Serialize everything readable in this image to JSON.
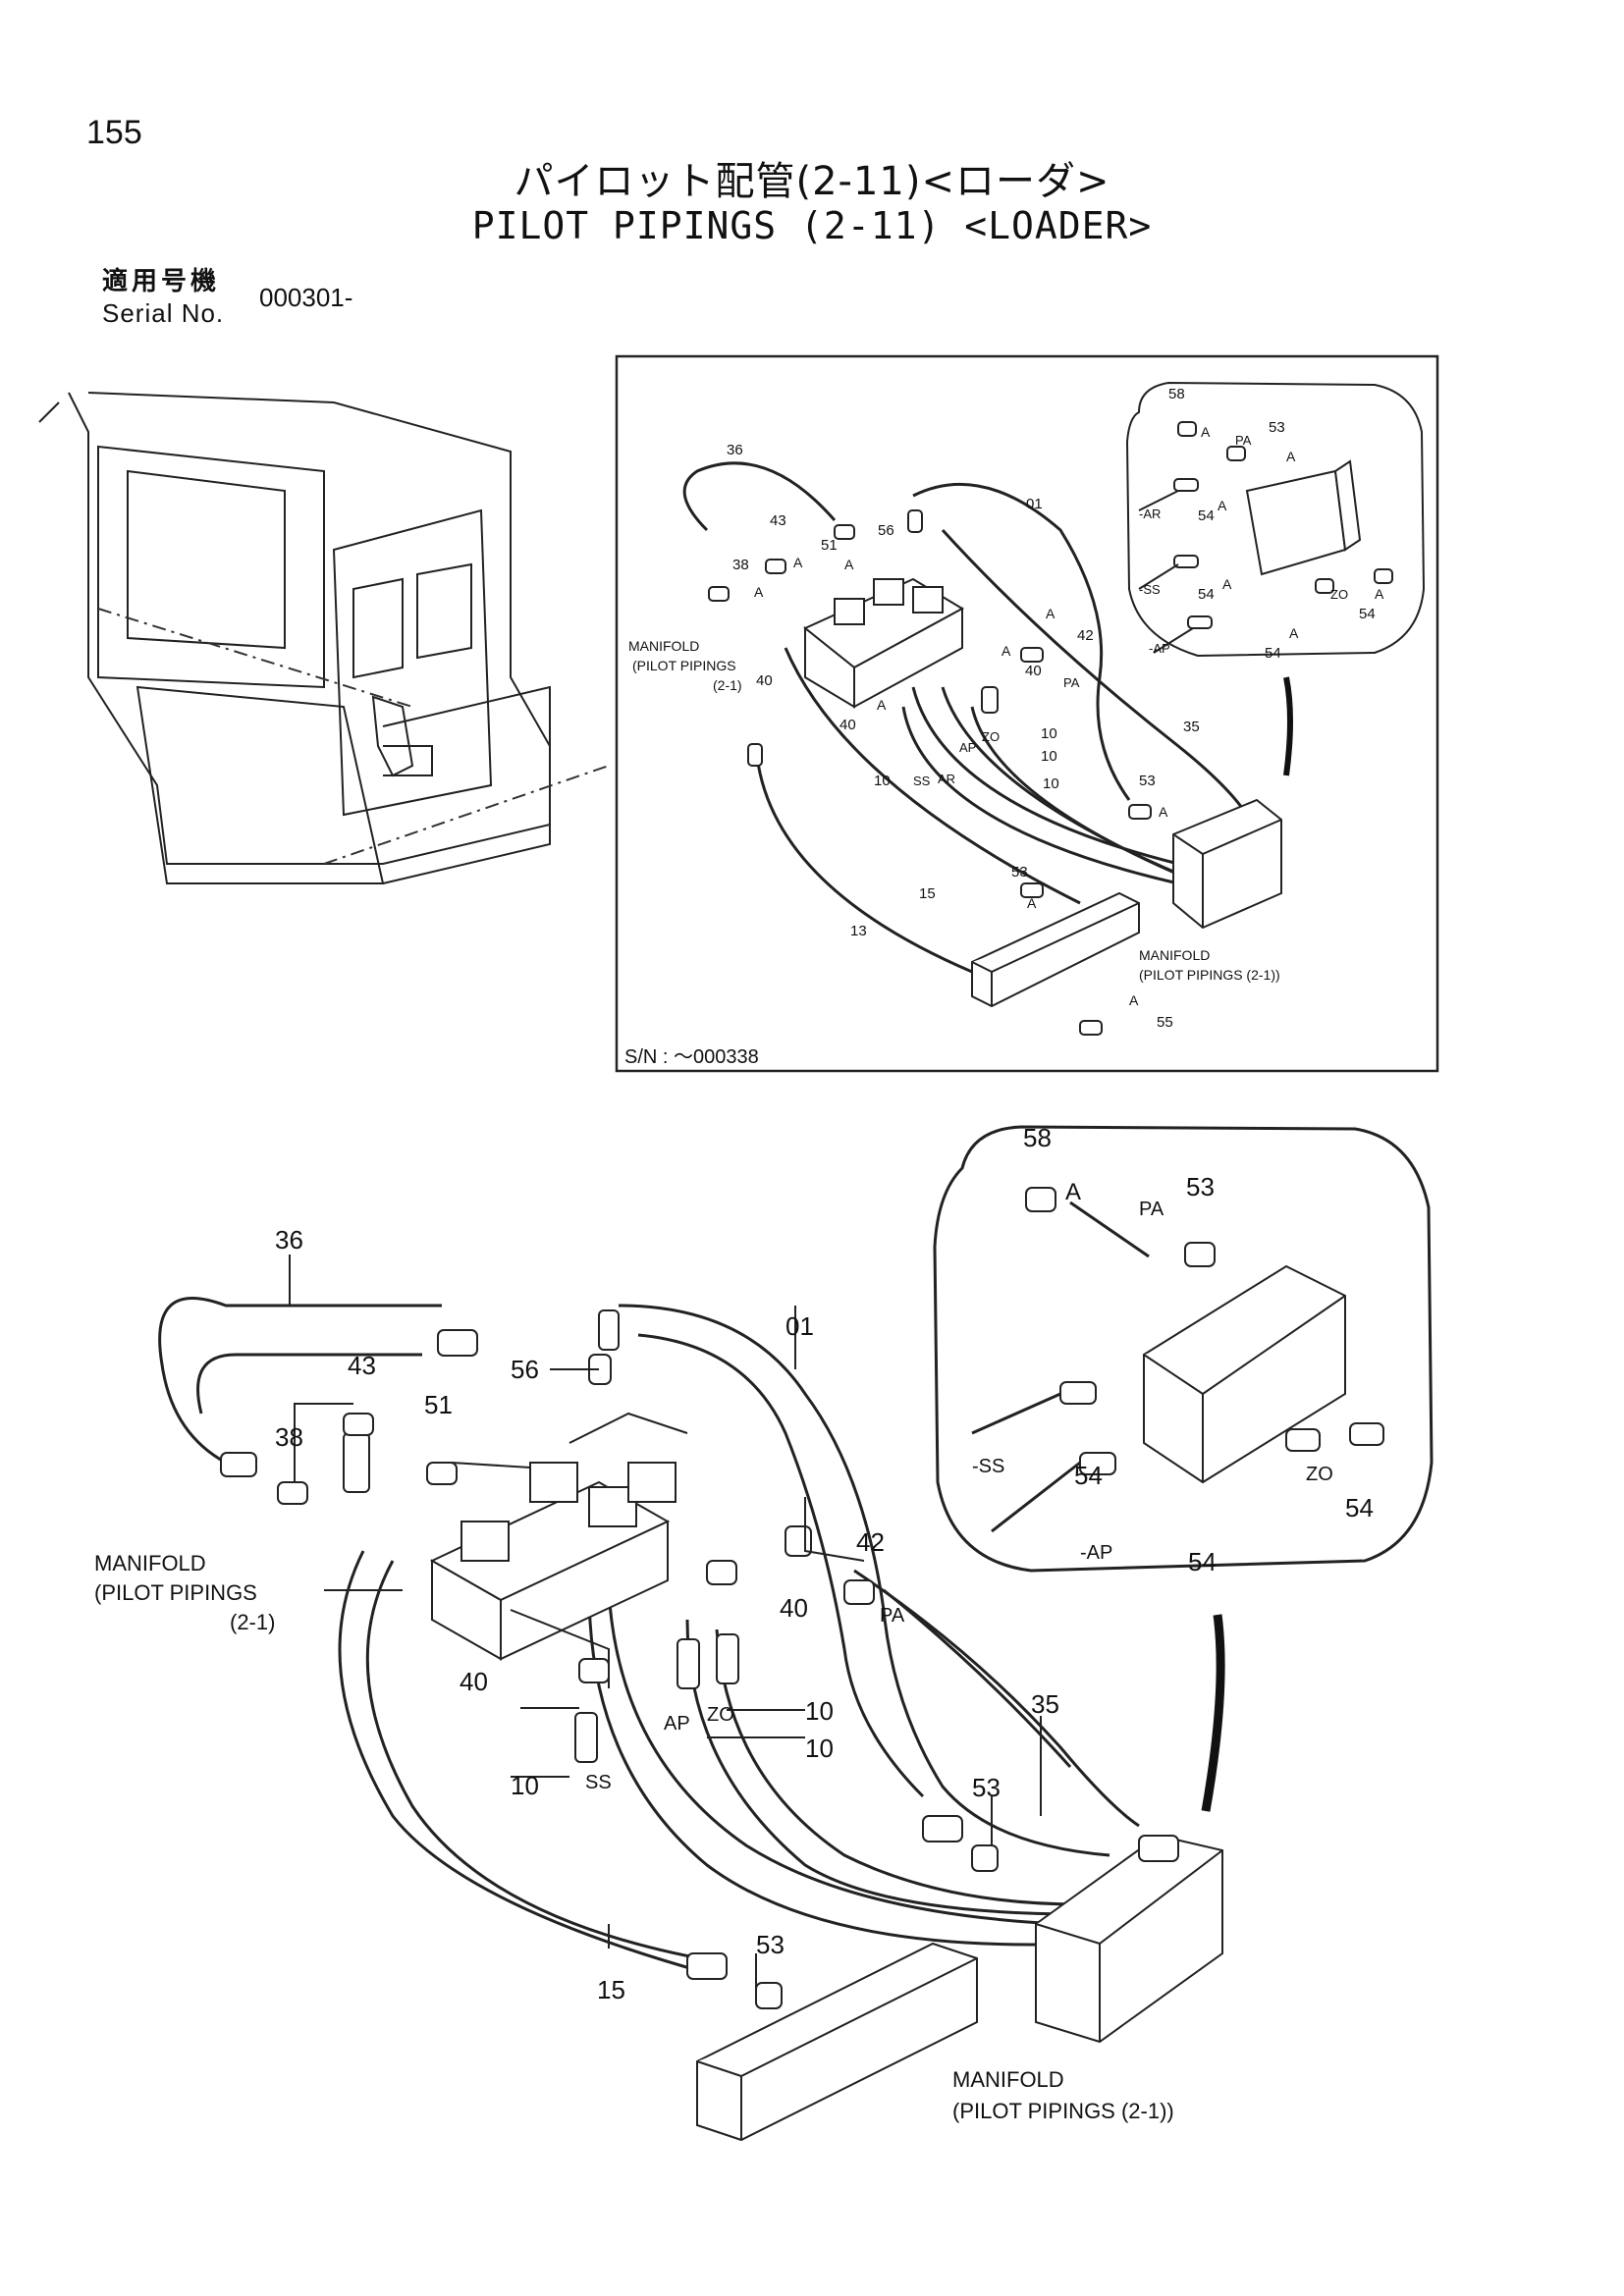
{
  "header": {
    "page_number": "155",
    "title_jp": "パイロット配管(2-11)<ローダ>",
    "title_en": "PILOT PIPINGS (2-11) <LOADER>",
    "serial_label_jp": "適用号機",
    "serial_label_en": "Serial No.",
    "serial_value": "000301-"
  },
  "inset": {
    "sn_label": "S/N : ～000338",
    "manifold_top": [
      "MANIFOLD",
      "(PILOT PIPINGS",
      "(2-1)"
    ],
    "manifold_bottom": [
      "MANIFOLD",
      "(PILOT PIPINGS (2-1))"
    ],
    "callouts": [
      "58",
      "53",
      "54",
      "54",
      "54",
      "54",
      "36",
      "43",
      "51",
      "56",
      "01",
      "38",
      "40",
      "42",
      "40",
      "10",
      "10",
      "10",
      "10",
      "35",
      "53",
      "15",
      "13",
      "53",
      "55",
      "A",
      "A",
      "A",
      "A",
      "A",
      "A",
      "A",
      "A",
      "A",
      "A",
      "A",
      "A",
      "PA",
      "PA",
      "AR",
      "SS",
      "AP",
      "ZO",
      "AR",
      "SS",
      "ZO",
      "AP",
      "40"
    ]
  },
  "main": {
    "manifold_left": [
      "MANIFOLD",
      "(PILOT PIPINGS",
      "(2-1)"
    ],
    "manifold_right": [
      "MANIFOLD",
      "(PILOT PIPINGS (2-1))"
    ],
    "labels": {
      "n36": "36",
      "n43": "43",
      "n38": "38",
      "n51": "51",
      "n56": "56",
      "n01": "01",
      "n42": "42",
      "n40a": "40",
      "n40b": "40",
      "n10a": "10",
      "n10b": "10",
      "n10c": "10",
      "n35": "35",
      "n53a": "53",
      "n53b": "53",
      "n15": "15",
      "n58": "58",
      "n53c": "53",
      "n54a": "54",
      "n54b": "54",
      "n54c": "54",
      "pa1": "PA",
      "pa2": "PA",
      "ss1": "SS",
      "ss2": "-SS",
      "ap1": "AP",
      "ap2": "-AP",
      "zo1": "ZO",
      "zo2": "ZO",
      "a": "A"
    }
  }
}
